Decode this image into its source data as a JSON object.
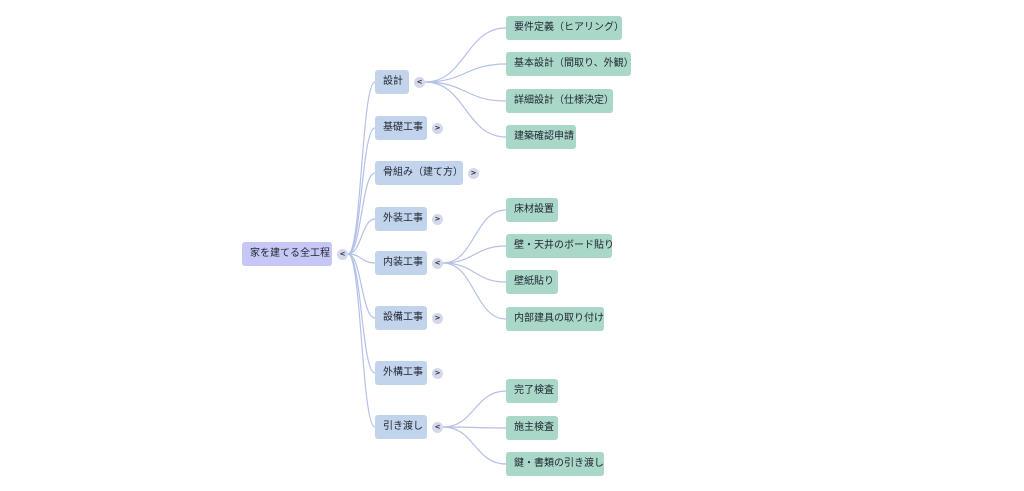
{
  "root": {
    "label": "家を建てる全工程",
    "toggle": "<",
    "children": [
      {
        "label": "設計",
        "toggle": "<",
        "children": [
          "要件定義（ヒアリング）",
          "基本設計（間取り、外観）",
          "詳細設計（仕様決定）",
          "建築確認申請"
        ]
      },
      {
        "label": "基礎工事",
        "toggle": ">",
        "children": []
      },
      {
        "label": "骨組み（建て方）",
        "toggle": ">",
        "children": []
      },
      {
        "label": "外装工事",
        "toggle": ">",
        "children": []
      },
      {
        "label": "内装工事",
        "toggle": "<",
        "children": [
          "床材設置",
          "壁・天井のボード貼り",
          "壁紙貼り",
          "内部建具の取り付け"
        ]
      },
      {
        "label": "設備工事",
        "toggle": ">",
        "children": []
      },
      {
        "label": "外構工事",
        "toggle": ">",
        "children": []
      },
      {
        "label": "引き渡し",
        "toggle": "<",
        "children": [
          "完了検査",
          "施主検査",
          "鍵・書類の引き渡し"
        ]
      }
    ]
  },
  "colors": {
    "root_fill": "#c5c8f4",
    "branch_fill": "#c2d3ec",
    "leaf_fill": "#a9d7c8",
    "edge": "#b4c0e8",
    "toggle_fill": "#d3d9ea"
  }
}
